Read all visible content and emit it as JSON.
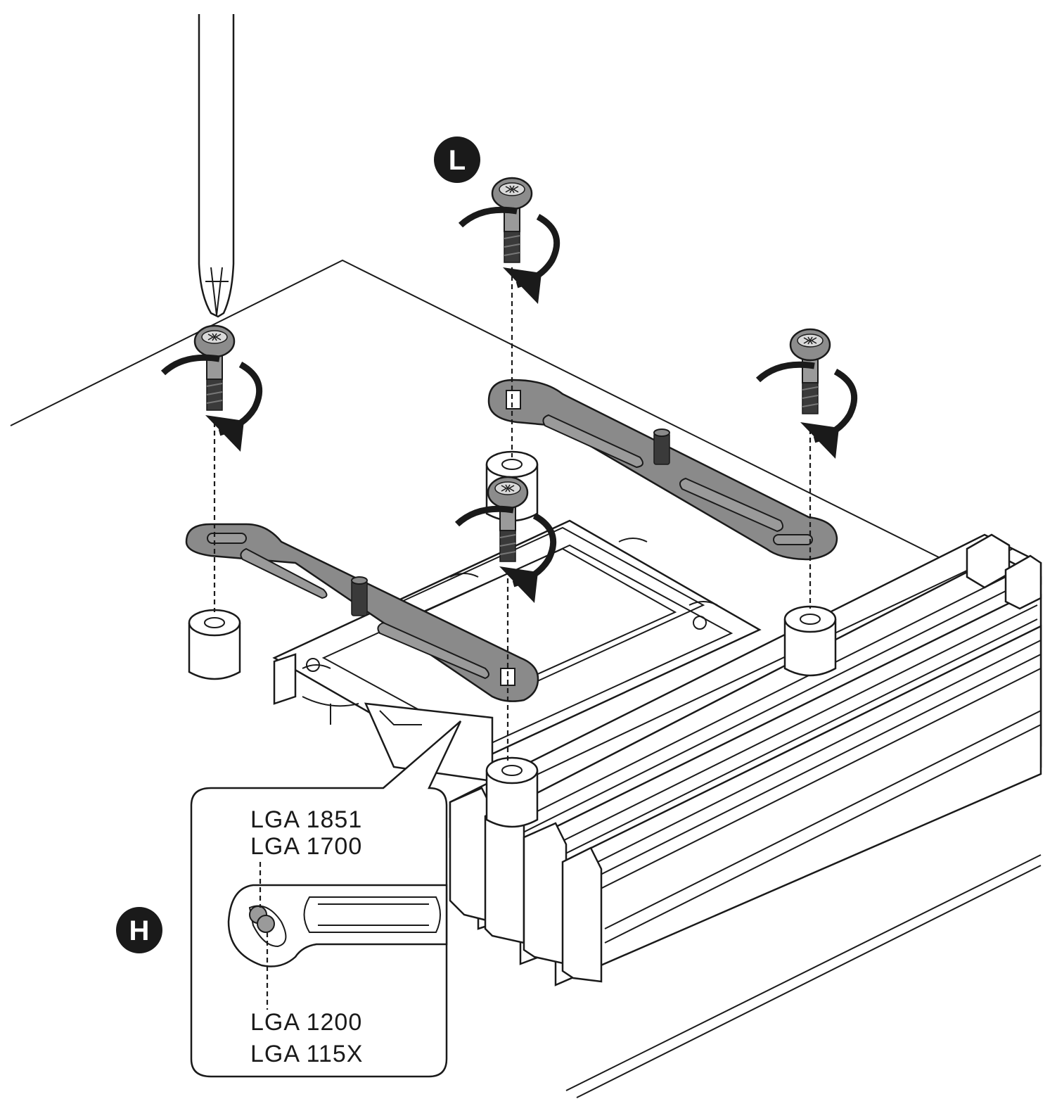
{
  "badges": {
    "top": "L",
    "inset": "H"
  },
  "callout": {
    "upper_labels": [
      "LGA 1851",
      "LGA 1700"
    ],
    "lower_labels": [
      "LGA 1200",
      "LGA 115X"
    ]
  },
  "icons": {
    "screwdriver": "screwdriver-icon",
    "screw": "torx-screw-icon",
    "rotate": "clockwise-rotate-arrow-icon"
  },
  "colors": {
    "ink": "#1a1a1a",
    "bar_gray": "#8a8a8a",
    "paper": "#ffffff"
  }
}
